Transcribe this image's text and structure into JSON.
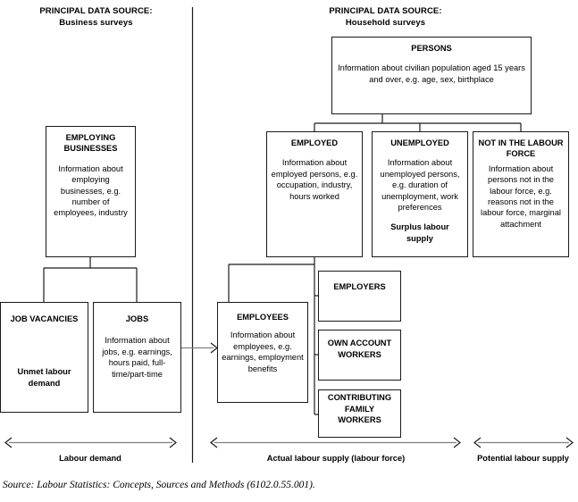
{
  "headers": {
    "left": {
      "line1": "PRINCIPAL DATA SOURCE:",
      "line2": "Business surveys"
    },
    "right": {
      "line1": "PRINCIPAL DATA SOURCE:",
      "line2": "Household surveys"
    }
  },
  "boxes": {
    "persons": {
      "title": "PERSONS",
      "desc": "Information about civilian population aged 15 years and over, e.g. age, sex, birthplace"
    },
    "employing_businesses": {
      "title": "EMPLOYING BUSINESSES",
      "desc": "Information about employing businesses, e.g. number of employees, industry"
    },
    "employed": {
      "title": "EMPLOYED",
      "desc": "Information about employed persons, e.g. occupation, industry, hours worked"
    },
    "unemployed": {
      "title": "UNEMPLOYED",
      "desc": "Information about unemployed persons, e.g. duration of unemployment, work preferences",
      "extra": "Surplus labour supply"
    },
    "not_in_labour_force": {
      "title": "NOT IN THE LABOUR FORCE",
      "desc": "Information about persons not in the labour force, e.g. reasons not in the labour force, marginal attachment"
    },
    "job_vacancies": {
      "title": "JOB VACANCIES",
      "extra": "Unmet labour demand"
    },
    "jobs": {
      "title": "JOBS",
      "desc": "Information about jobs, e.g. earnings, hours paid, full-time/part-time"
    },
    "employees": {
      "title": "EMPLOYEES",
      "desc": "Information about employees, e.g. earnings, employment benefits"
    },
    "employers": {
      "title": "EMPLOYERS"
    },
    "own_account_workers": {
      "title": "OWN ACCOUNT WORKERS"
    },
    "contributing_family_workers": {
      "title": "CONTRIBUTING FAMILY WORKERS"
    }
  },
  "axes": {
    "labour_demand": "Labour demand",
    "actual_labour_supply": "Actual labour supply (labour force)",
    "potential_labour_supply": "Potential labour supply"
  },
  "source": "Source: Labour Statistics: Concepts, Sources and Methods (6102.0.55.001).",
  "colors": {
    "line": "#1a1a1a",
    "arrow": "#808080",
    "background": "#ffffff",
    "text": "#000000"
  }
}
